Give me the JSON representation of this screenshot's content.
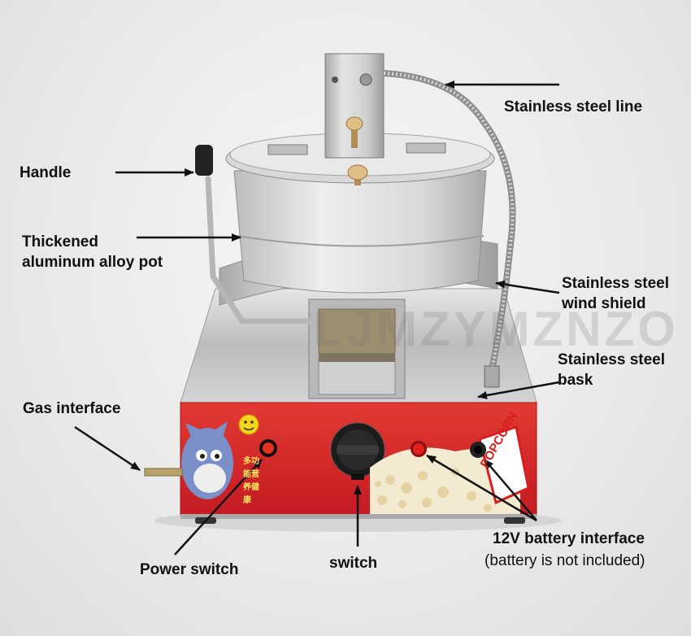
{
  "labels": {
    "stainless_line": "Stainless steel line",
    "handle": "Handle",
    "pot_line1": "Thickened",
    "pot_line2": "aluminum alloy pot",
    "wind_line1": "Stainless steel",
    "wind_line2": "wind shield",
    "bask_line1": "Stainless steel",
    "bask_line2": "bask",
    "gas": "Gas interface",
    "power": "Power switch",
    "switch": "switch",
    "battery": "12V battery interface",
    "battery_note": "(battery is not included)"
  },
  "watermark": "LJMZYMZNZO",
  "panel": {
    "logo": "POPCORN",
    "chinese": "多功能营养健康"
  },
  "colors": {
    "panel_red": "#d9232a",
    "steel": "#c9c9c9",
    "arrow": "#111111"
  }
}
